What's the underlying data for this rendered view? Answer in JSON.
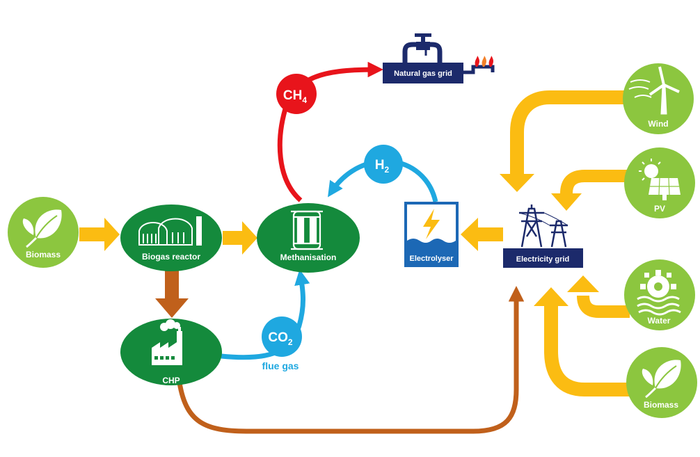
{
  "nodes": {
    "biomass_left": {
      "label": "Biomass"
    },
    "biogas_reactor": {
      "label": "Biogas reactor"
    },
    "methanisation": {
      "label": "Methanisation"
    },
    "chp": {
      "label": "CHP"
    },
    "natural_gas_grid": {
      "label": "Natural gas grid"
    },
    "electrolyser": {
      "label": "Electrolyser"
    },
    "electricity_grid": {
      "label": "Electricity grid"
    },
    "wind": {
      "label": "Wind"
    },
    "pv": {
      "label": "PV"
    },
    "water": {
      "label": "Water"
    },
    "biomass_right": {
      "label": "Biomass"
    }
  },
  "molecules": {
    "ch4": {
      "main": "CH",
      "sub": "4"
    },
    "h2": {
      "main": "H",
      "sub": "2"
    },
    "co2": {
      "main": "CO",
      "sub": "2"
    }
  },
  "flue_gas_label": "flue gas",
  "colors": {
    "green_dark": "#148a3c",
    "green_light": "#8cc63f",
    "yellow": "#fbbc12",
    "brown": "#c0601b",
    "red": "#e8141b",
    "blue": "#1fa8e0",
    "navy": "#1c2a6b"
  },
  "icons": {
    "biomass": "leaf-icon",
    "biogas_reactor": "digester-icon",
    "methanisation": "reactor-tanks-icon",
    "chp": "factory-icon",
    "natural_gas_grid": "gas-tap-icon",
    "electrolyser": "lightning-icon",
    "electricity_grid": "pylon-icon",
    "wind": "wind-turbine-icon",
    "pv": "solar-panel-icon",
    "water": "water-wheel-icon"
  }
}
